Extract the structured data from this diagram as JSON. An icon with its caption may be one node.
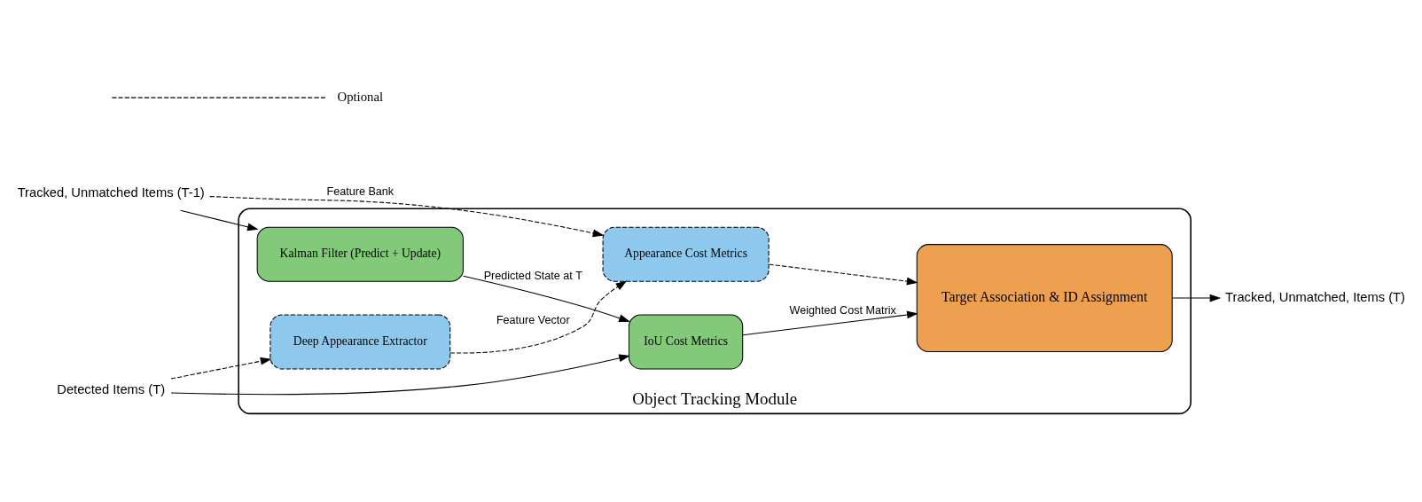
{
  "diagram": {
    "nodes": [
      {
        "text": [
          "Object Tracking Module"
        ]
      },
      {
        "text": [
          "Tracked, Unmatched Items (T-1)"
        ]
      },
      {
        "text": [
          "Detected Items (T)"
        ]
      },
      {
        "text": [
          "Kalman Filter (Predict + Update)"
        ],
        "in": 0
      },
      {
        "text": [
          "IoU Cost Metrics"
        ],
        "in": 0
      },
      {
        "text": [
          "Deep Appearance Extractor"
        ],
        "in": 0
      },
      {
        "text": [
          "Appearance Cost Metrics"
        ],
        "in": 0
      },
      {
        "text": [
          "Target Association & ID Assignment"
        ],
        "in": 0
      },
      {
        "text": [
          "Tracked, Unmatched, Items (T)"
        ]
      }
    ],
    "edges": [
      {
        "from": 1,
        "to": 3,
        "arrow": "to"
      },
      {
        "from": 3,
        "to": 4,
        "arrow": "to",
        "label": "Predicted State at T"
      },
      {
        "from": 2,
        "to": 4,
        "arrow": "to"
      },
      {
        "from": 1,
        "to": 6,
        "arrow": "to",
        "style": "dashed",
        "label": "Feature Bank"
      },
      {
        "from": 2,
        "to": 5,
        "arrow": "to",
        "style": "dashed"
      },
      {
        "from": 5,
        "to": 6,
        "arrow": "to",
        "style": "dashed",
        "label": "Feature Vector"
      },
      {
        "from": 4,
        "to": 7,
        "arrow": "to",
        "label": "Weighted Cost Matrix"
      },
      {
        "from": 6,
        "to": 7,
        "arrow": "to",
        "style": "dashed"
      },
      {
        "from": 7,
        "to": 8,
        "arrow": "to"
      }
    ],
    "legend": [
      {
        "text": "Optional"
      }
    ]
  }
}
